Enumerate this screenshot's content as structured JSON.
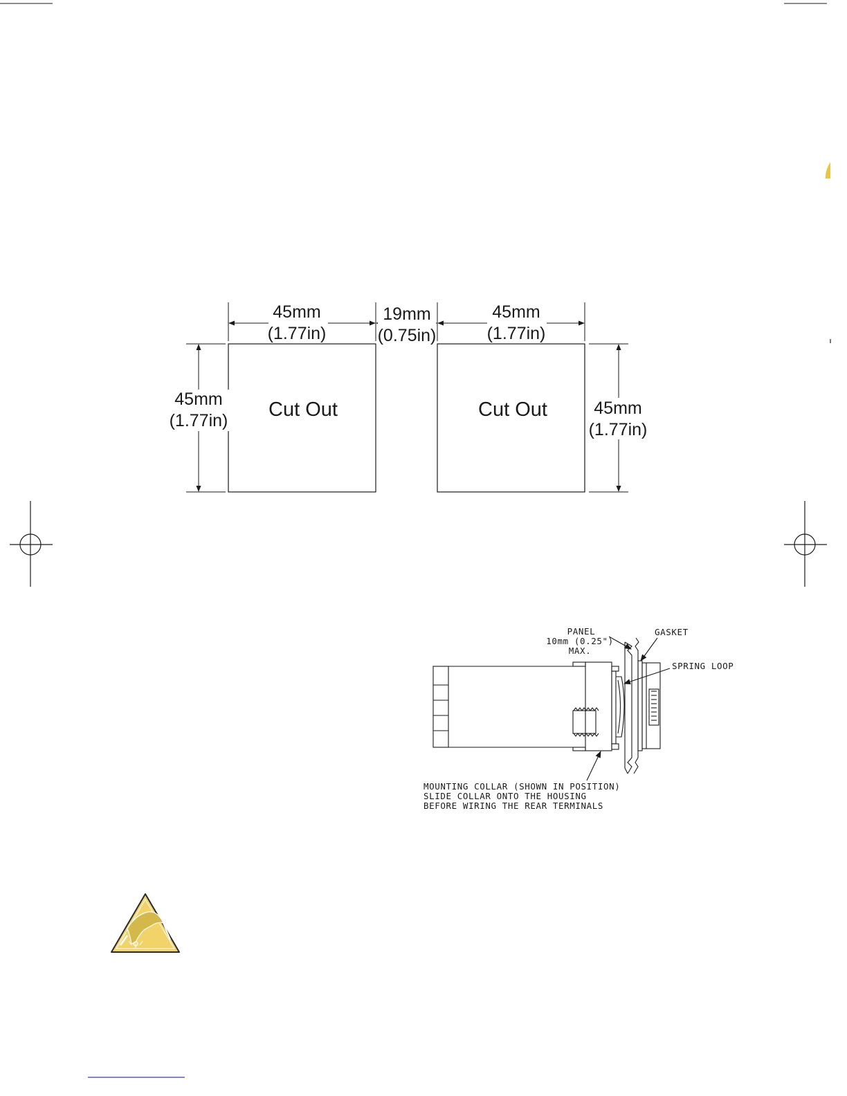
{
  "cutout_diagram": {
    "top_left_width": {
      "mm": "45mm",
      "in": "(1.77in)"
    },
    "gap_width": {
      "mm": "19mm",
      "in": "(0.75in)"
    },
    "top_right_width": {
      "mm": "45mm",
      "in": "(1.77in)"
    },
    "left_height": {
      "mm": "45mm",
      "in": "(1.77in)"
    },
    "right_height": {
      "mm": "45mm",
      "in": "(1.77in)"
    },
    "left_box_label": "Cut Out",
    "right_box_label": "Cut Out"
  },
  "mounting_diagram": {
    "panel_label_lines": [
      "PANEL",
      "10mm (0.25\")",
      "MAX."
    ],
    "gasket_label": "GASKET",
    "spring_loop_label": "SPRING LOOP",
    "collar_note_lines": [
      "MOUNTING COLLAR (SHOWN IN POSITION)",
      "SLIDE COLLAR ONTO THE HOUSING",
      "BEFORE WIRING THE REAR TERMINALS"
    ]
  },
  "colors": {
    "line": "#1a1a1a",
    "esd_yellow": "#f2d36a",
    "esd_figure": "#d4b84a",
    "page_link": "#3a3aa8"
  },
  "icons": [
    "registration-mark-icon",
    "esd-warning-icon"
  ]
}
